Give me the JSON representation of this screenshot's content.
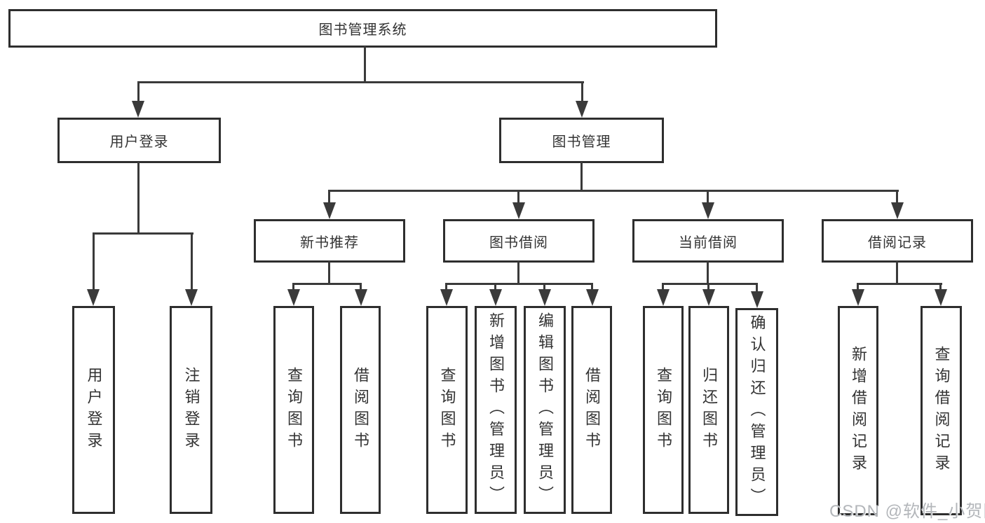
{
  "diagram": {
    "root": {
      "label": "图书管理系统"
    },
    "user_login": {
      "label": "用户登录",
      "leaves": [
        {
          "label": "用户登录"
        },
        {
          "label": "注销登录"
        }
      ]
    },
    "book_management": {
      "label": "图书管理",
      "groups": [
        {
          "label": "新书推荐",
          "leaves": [
            {
              "label": "查询图书"
            },
            {
              "label": "借阅图书"
            }
          ]
        },
        {
          "label": "图书借阅",
          "leaves": [
            {
              "label": "查询图书"
            },
            {
              "label": "新增图书（管理员）"
            },
            {
              "label": "编辑图书（管理员）"
            },
            {
              "label": "借阅图书"
            }
          ]
        },
        {
          "label": "当前借阅",
          "leaves": [
            {
              "label": "查询图书"
            },
            {
              "label": "归还图书"
            },
            {
              "label": "确认归还（管理员）"
            }
          ]
        },
        {
          "label": "借阅记录",
          "leaves": [
            {
              "label": "新增借阅记录"
            },
            {
              "label": "查询借阅记录"
            }
          ]
        }
      ]
    }
  },
  "watermark": {
    "text": "CSDN @软件_小贺同学"
  },
  "colors": {
    "line": "#3a3a3a",
    "border": "#2e2e2e",
    "text": "#333333",
    "watermark": "#b3b6ba",
    "background": "#ffffff"
  }
}
